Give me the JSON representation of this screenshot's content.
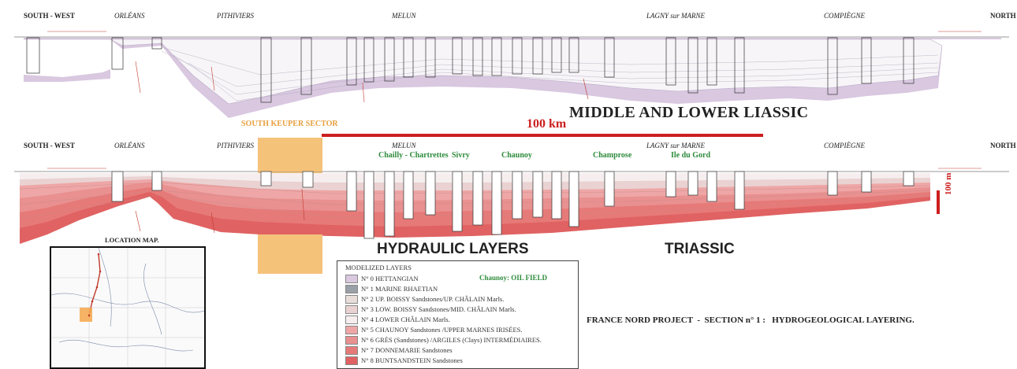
{
  "top_section": {
    "labels": {
      "south_west": "SOUTH - WEST",
      "orleans": "ORLÉANS",
      "pithiviers": "PITHIVIERS",
      "melun": "MELUN",
      "lagny": "LAGNY sur MARNE",
      "compiegne": "COMPIÈGNE",
      "north": "NORTH"
    },
    "title": "MIDDLE AND LOWER LIASSIC"
  },
  "middle": {
    "south_keuper": "SOUTH KEUPER SECTOR",
    "scale_100km": "100 km"
  },
  "bottom_section": {
    "labels": {
      "south_west": "SOUTH - WEST",
      "orleans": "ORLÉANS",
      "pithiviers": "PITHIVIERS",
      "melun": "MELUN",
      "lagny": "LAGNY sur MARNE",
      "compiegne": "COMPIÈGNE",
      "north": "NORTH"
    },
    "fields": {
      "chailly": "Chailly - Chartrettes",
      "sivry": "Sivry",
      "chaunoy": "Chaunoy",
      "champrose": "Champrose",
      "ile_du_gord": "Ile du Gord"
    },
    "scale_100m": "100 m",
    "hydraulic": "HYDRAULIC LAYERS",
    "triassic": "TRIASSIC"
  },
  "location_map": {
    "title": "LOCATION MAP."
  },
  "legend": {
    "title": "MODELIZED LAYERS",
    "oil_field": "Chaunoy: OIL FIELD",
    "items": [
      {
        "label": "N° 0 HETTANGIAN",
        "color": "#d9c8e0"
      },
      {
        "label": "N° 1 MARINE RHAETIAN",
        "color": "#9aa0a8"
      },
      {
        "label": "N° 2 UP. BOISSY Sandstones/UP. CHÂLAIN Marls.",
        "color": "#e8ddd8"
      },
      {
        "label": "N° 3 LOW. BOISSY Sandstones/MID. CHÂLAIN Marls.",
        "color": "#ead2d2"
      },
      {
        "label": "N° 4 LOWER CHÂLAIN Marls.",
        "color": "#f6eeee"
      },
      {
        "label": "N° 5 CHAUNOY Sandstones /UPPER MARNES IRISÉES.",
        "color": "#eea6a6"
      },
      {
        "label": "N° 6 GRÈS (Sandstones) /ARGILES (Clays) INTERMÉDIAIRES.",
        "color": "#e99090"
      },
      {
        "label": "N° 7 DONNEMARIE Sandstones",
        "color": "#e67a78"
      },
      {
        "label": "N° 8 BUNTSANDSTEIN Sandstones",
        "color": "#e06262"
      }
    ]
  },
  "footer_title": "FRANCE NORD PROJECT  -  SECTION n° 1 :   HYDROGEOLOGICAL LAYERING.",
  "colors": {
    "red_text": "#c0392b",
    "green": "#2e8b3c",
    "orange": "#f5c27a",
    "scale_red": "#cc1f1f",
    "liassic": "#d6c4e0",
    "trias_deep": "#e36a68"
  }
}
